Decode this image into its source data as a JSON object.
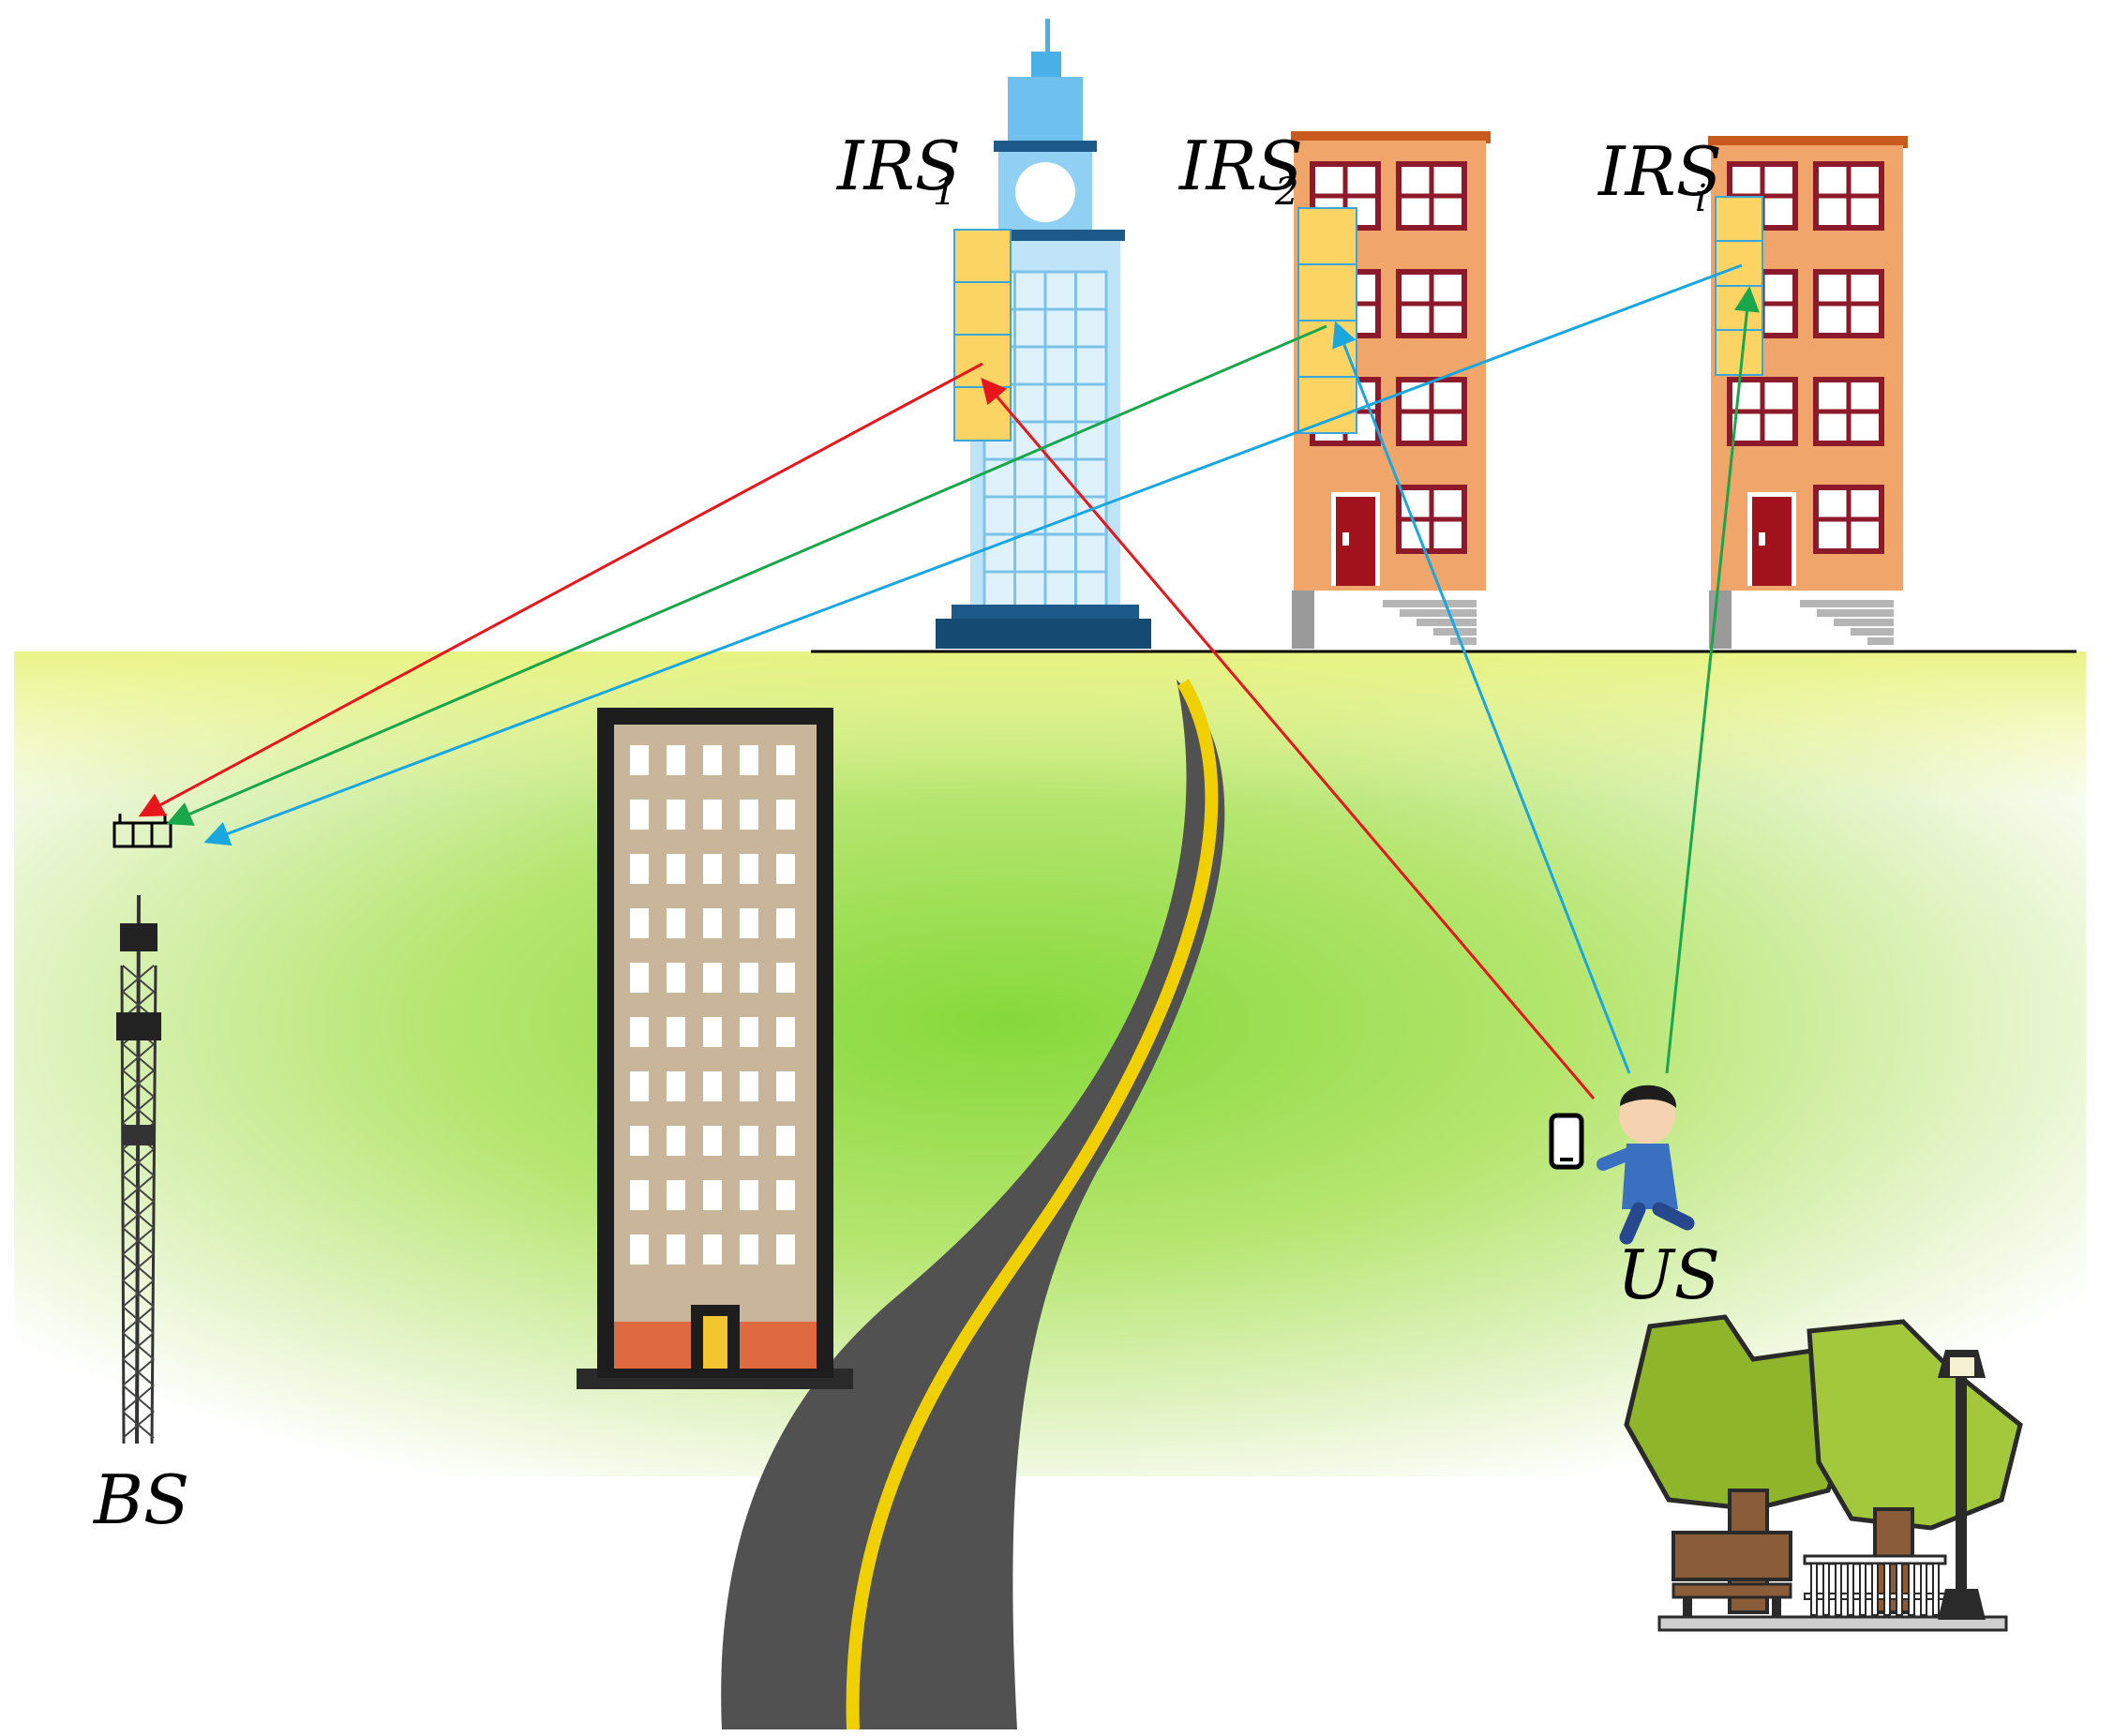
{
  "labels": {
    "bs": "BS",
    "us": "US",
    "irs1": {
      "main": "IRS",
      "sub": "1"
    },
    "irs2": {
      "main": "IRS",
      "sub": "2"
    },
    "irsi": {
      "main": "IRS",
      "sub": "i"
    }
  },
  "colors": {
    "path_irs1": "#e8161b",
    "path_irs2": "#1aa64a",
    "path_irsi": "#1aa7e0",
    "irs_panel_fill": "#fcd463",
    "grass": "#8ad83a",
    "road": "#4f4f4f",
    "road_stripe": "#f0d000"
  },
  "icons": [
    "cell-tower-icon",
    "person-icon",
    "smartphone-icon",
    "park-trees-icon",
    "street-lamp-icon",
    "bench-icon",
    "office-building-icon",
    "road-icon"
  ]
}
